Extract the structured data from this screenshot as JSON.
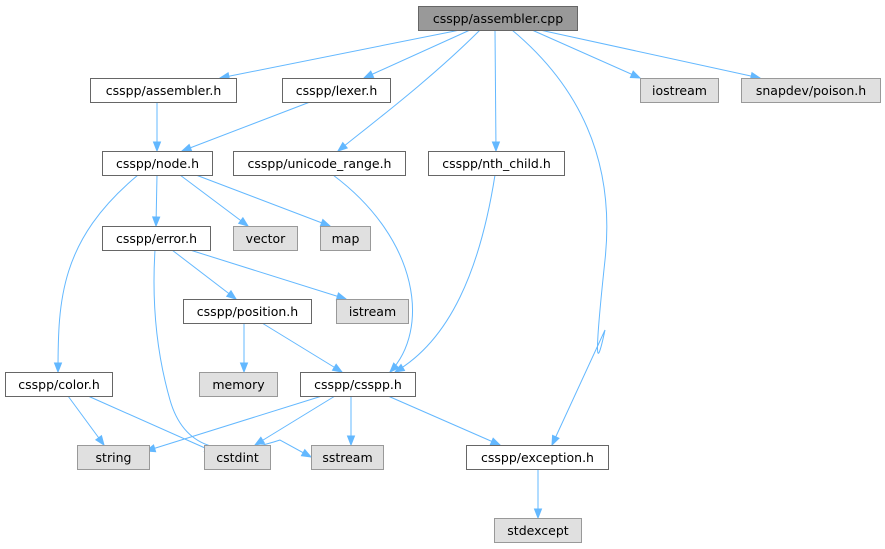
{
  "diagram": {
    "nodes": [
      {
        "id": "assembler_cpp",
        "label": "csspp/assembler.cpp",
        "kind": "root"
      },
      {
        "id": "assembler_h",
        "label": "csspp/assembler.h",
        "kind": "project"
      },
      {
        "id": "lexer_h",
        "label": "csspp/lexer.h",
        "kind": "project"
      },
      {
        "id": "iostream",
        "label": "iostream",
        "kind": "system"
      },
      {
        "id": "poison_h",
        "label": "snapdev/poison.h",
        "kind": "system"
      },
      {
        "id": "node_h",
        "label": "csspp/node.h",
        "kind": "project"
      },
      {
        "id": "unicode_range_h",
        "label": "csspp/unicode_range.h",
        "kind": "project"
      },
      {
        "id": "nth_child_h",
        "label": "csspp/nth_child.h",
        "kind": "project"
      },
      {
        "id": "error_h",
        "label": "csspp/error.h",
        "kind": "project"
      },
      {
        "id": "vector",
        "label": "vector",
        "kind": "system"
      },
      {
        "id": "map",
        "label": "map",
        "kind": "system"
      },
      {
        "id": "position_h",
        "label": "csspp/position.h",
        "kind": "project"
      },
      {
        "id": "istream",
        "label": "istream",
        "kind": "system"
      },
      {
        "id": "color_h",
        "label": "csspp/color.h",
        "kind": "project"
      },
      {
        "id": "memory",
        "label": "memory",
        "kind": "system"
      },
      {
        "id": "csspp_h",
        "label": "csspp/csspp.h",
        "kind": "project"
      },
      {
        "id": "string",
        "label": "string",
        "kind": "system"
      },
      {
        "id": "cstdint",
        "label": "cstdint",
        "kind": "system"
      },
      {
        "id": "sstream",
        "label": "sstream",
        "kind": "system"
      },
      {
        "id": "exception_h",
        "label": "csspp/exception.h",
        "kind": "project"
      },
      {
        "id": "stdexcept",
        "label": "stdexcept",
        "kind": "system"
      }
    ],
    "edges": [
      [
        "assembler_cpp",
        "assembler_h"
      ],
      [
        "assembler_cpp",
        "lexer_h"
      ],
      [
        "assembler_cpp",
        "iostream"
      ],
      [
        "assembler_cpp",
        "poison_h"
      ],
      [
        "assembler_cpp",
        "unicode_range_h"
      ],
      [
        "assembler_cpp",
        "nth_child_h"
      ],
      [
        "assembler_cpp",
        "exception_h"
      ],
      [
        "assembler_h",
        "node_h"
      ],
      [
        "lexer_h",
        "node_h"
      ],
      [
        "node_h",
        "error_h"
      ],
      [
        "node_h",
        "vector"
      ],
      [
        "node_h",
        "map"
      ],
      [
        "node_h",
        "color_h"
      ],
      [
        "unicode_range_h",
        "csspp_h"
      ],
      [
        "nth_child_h",
        "csspp_h"
      ],
      [
        "error_h",
        "position_h"
      ],
      [
        "error_h",
        "istream"
      ],
      [
        "error_h",
        "sstream"
      ],
      [
        "position_h",
        "memory"
      ],
      [
        "position_h",
        "csspp_h"
      ],
      [
        "color_h",
        "string"
      ],
      [
        "color_h",
        "cstdint"
      ],
      [
        "csspp_h",
        "string"
      ],
      [
        "csspp_h",
        "cstdint"
      ],
      [
        "csspp_h",
        "sstream"
      ],
      [
        "csspp_h",
        "exception_h"
      ],
      [
        "exception_h",
        "stdexcept"
      ]
    ]
  }
}
